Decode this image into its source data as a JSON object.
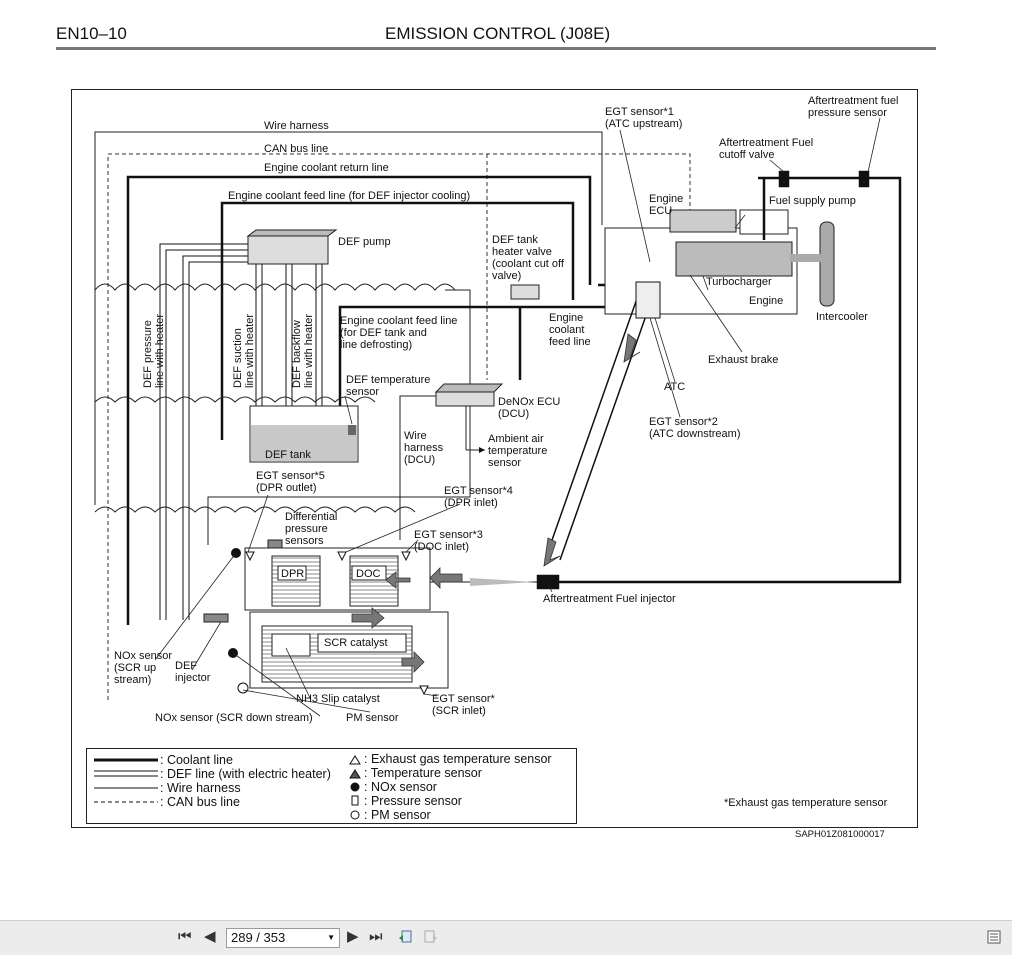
{
  "header": {
    "section_code": "EN10–10",
    "title": "EMISSION CONTROL (J08E)"
  },
  "labels": {
    "wire_harness": "Wire harness",
    "can_bus_line": "CAN bus line",
    "coolant_return": "Engine coolant return line",
    "coolant_feed_injector": "Engine coolant feed line (for DEF injector cooling)",
    "def_pump": "DEF pump",
    "def_tank_heater_valve": "DEF tank\nheater valve\n(coolant cut off\nvalve)",
    "coolant_feed_tank": "Engine coolant feed line\n(for DEF tank and\nline defrosting)",
    "engine_coolant_feed_line": "Engine\ncoolant\nfeed line",
    "def_pressure_line": "DEF pressure\nline with heater",
    "def_suction_line": "DEF suction\nline with heater",
    "def_backflow_line": "DEF backflow\nline with heater",
    "def_temp_sensor": "DEF temperature\nsensor",
    "denox_ecu": "DeNOx ECU\n(DCU)",
    "ambient_air_sensor": "Ambient air\ntemperature\nsensor",
    "def_tank": "DEF tank",
    "wire_harness_dcu": "Wire\nharness\n(DCU)",
    "egt1": "EGT sensor*1\n(ATC upstream)",
    "aftertreatment_fuel_pressure": "Aftertreatment fuel\npressure sensor",
    "aftertreatment_fuel_cutoff": "Aftertreatment Fuel\ncutoff valve",
    "engine_ecu": "Engine\nECU",
    "fuel_supply_pump": "Fuel supply pump",
    "turbocharger": "Turbocharger",
    "engine": "Engine",
    "intercooler": "Intercooler",
    "exhaust_brake": "Exhaust brake",
    "atc": "ATC",
    "egt2": "EGT sensor*2\n(ATC downstream)",
    "egt5": "EGT sensor*5\n(DPR outlet)",
    "egt4": "EGT sensor*4\n(DPR inlet)",
    "diff_pressure": "Differential\npressure\nsensors",
    "egt3": "EGT sensor*3\n(DOC inlet)",
    "dpr": "DPR",
    "doc": "DOC",
    "scr_catalyst": "SCR catalyst",
    "nh3_slip": "NH3 Slip catalyst",
    "aftertreatment_injector": "Aftertreatment Fuel injector",
    "nox_up": "NOx sensor\n(SCR up\nstream)",
    "def_injector": "DEF\ninjector",
    "nox_down": "NOx sensor (SCR down stream)",
    "pm_sensor": "PM sensor",
    "egt_scr_inlet": "EGT sensor*\n(SCR inlet)"
  },
  "legend": {
    "coolant_line": ": Coolant line",
    "def_line": ": DEF line (with electric heater)",
    "wire_harness": ": Wire harness",
    "can_bus": ": CAN bus line",
    "egt_sensor": ": Exhaust gas temperature sensor",
    "temp_sensor": ": Temperature sensor",
    "nox_sensor": ": NOx sensor",
    "pressure_sensor": ": Pressure sensor",
    "pm_sensor": ": PM sensor"
  },
  "footnote": "*Exhaust gas temperature sensor",
  "figure_code": "SAPH01Z081000017",
  "toolbar": {
    "page_indicator": "289 / 353"
  },
  "icons": [
    "first-page-icon",
    "prev-page-icon",
    "next-page-icon",
    "last-page-icon",
    "go-back-icon",
    "go-forward-icon",
    "thumbnails-icon"
  ]
}
